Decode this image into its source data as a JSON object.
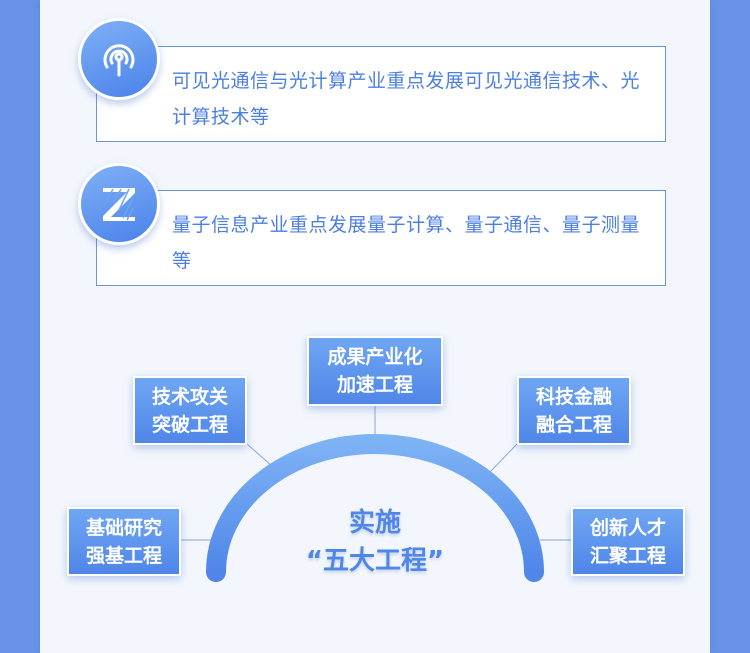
{
  "cards": [
    {
      "icon": "signal-icon",
      "text": "可见光通信与光计算产业重点发展可见光通信技术、光计算技术等"
    },
    {
      "icon": "quantum-z-icon",
      "text": "量子信息产业重点发展量子计算、量子通信、量子测量等"
    }
  ],
  "diagram": {
    "center_line1": "实施",
    "center_line2": "“五大工程”",
    "projects": [
      {
        "line1": "成果产业化",
        "line2": "加速工程"
      },
      {
        "line1": "技术攻关",
        "line2": "突破工程"
      },
      {
        "line1": "科技金融",
        "line2": "融合工程"
      },
      {
        "line1": "基础研究",
        "line2": "强基工程"
      },
      {
        "line1": "创新人才",
        "line2": "汇聚工程"
      }
    ]
  },
  "colors": {
    "side": "#6893e6",
    "panel": "#f3f7fd",
    "accent": "#4f86e8"
  }
}
